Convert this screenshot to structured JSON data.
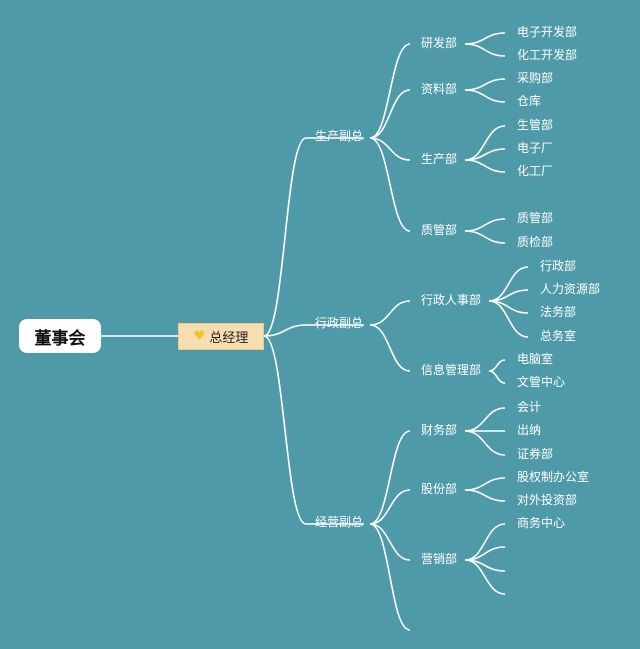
{
  "root": {
    "label": "董事会"
  },
  "gm": {
    "label": "总经理",
    "icon": "heart-icon",
    "icon_color": "#f2c230"
  },
  "colors": {
    "background": "#4f9aa8",
    "line": "#ffffff",
    "gm_fill": "#f7deb0"
  },
  "branches": [
    {
      "label": "生产副总",
      "departments": [
        {
          "label": "研发部",
          "units": [
            "电子开发部",
            "化工开发部"
          ]
        },
        {
          "label": "资料部",
          "units": [
            "采购部",
            "仓库"
          ]
        },
        {
          "label": "生产部",
          "units": [
            "生管部",
            "电子厂",
            "化工厂"
          ]
        },
        {
          "label": "质管部",
          "units": [
            "质管部",
            "质检部"
          ]
        }
      ]
    },
    {
      "label": "行政副总",
      "departments": [
        {
          "label": "行政人事部",
          "units": [
            "行政部",
            "人力资源部",
            "法务部",
            "总务室"
          ]
        },
        {
          "label": "信息管理部",
          "units": [
            "电脑室",
            "文管中心"
          ]
        }
      ]
    },
    {
      "label": "经营副总",
      "departments": [
        {
          "label": "财务部",
          "units": [
            "会计",
            "出纳",
            "证券部"
          ]
        },
        {
          "label": "股份部",
          "units": [
            "股权制办公室",
            "对外投资部"
          ]
        },
        {
          "label": "营销部",
          "units": [
            "商务中心",
            "",
            "",
            ""
          ]
        },
        {
          "label": "",
          "units": []
        }
      ]
    }
  ]
}
